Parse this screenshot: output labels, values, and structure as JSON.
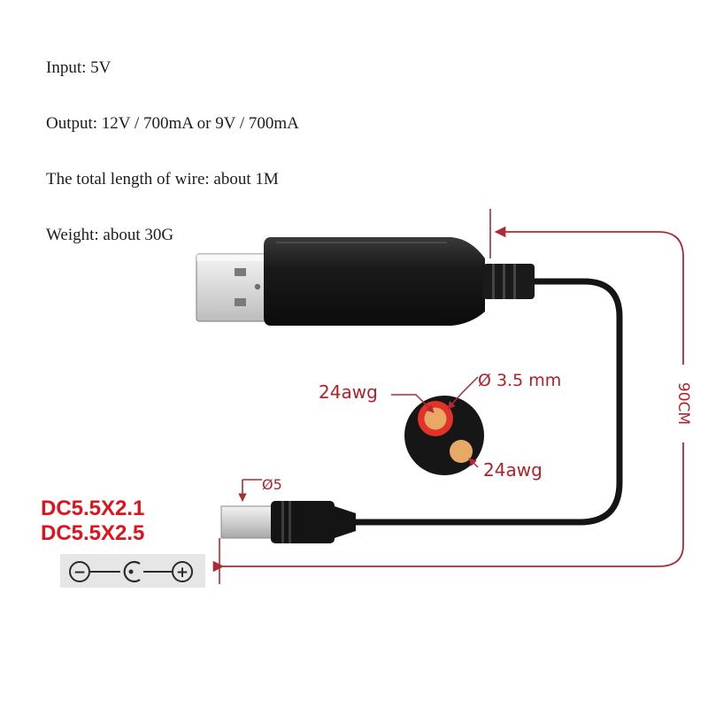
{
  "specs": {
    "input": "Input: 5V",
    "output": "Output: 12V / 700mA or 9V / 700mA",
    "length": "The total length of wire: about 1M",
    "weight": "Weight: about 30G"
  },
  "cable": {
    "length_label": "90CM",
    "tip_diameter_label": "Ø5"
  },
  "cross_section": {
    "wire_gauge_top": "24awg",
    "wire_gauge_bottom": "24awg",
    "diameter_label": "Ø 3.5 mm"
  },
  "plug": {
    "size_1": "DC5.5X2.1",
    "size_2": "DC5.5X2.5"
  },
  "polarity": {
    "minus_symbol": "−",
    "plus_symbol": "+"
  },
  "colors": {
    "dimension_line": "#b02a35",
    "label_red": "#e0121b",
    "cable": "#151515",
    "wire_core_red": "#e2332a",
    "wire_core_copper": "#e8a866"
  }
}
